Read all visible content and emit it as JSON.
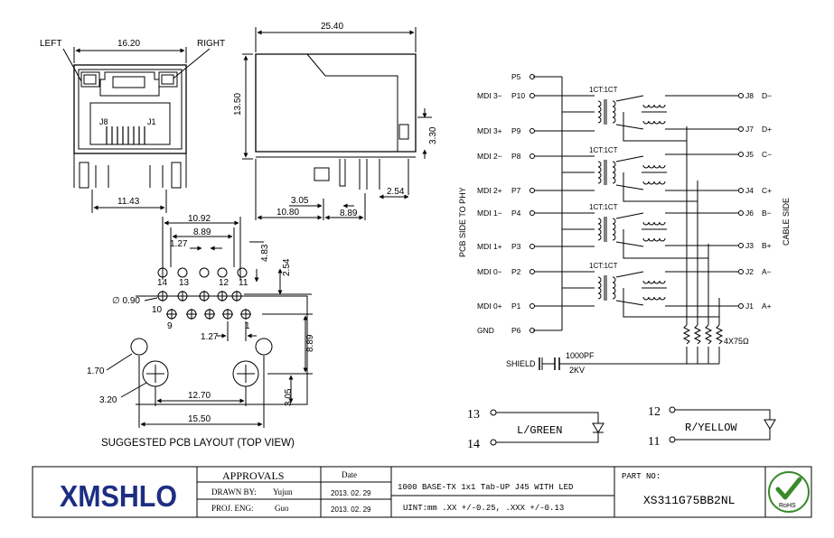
{
  "front_view": {
    "left_label": "LEFT",
    "right_label": "RIGHT",
    "width_dim": "16.20",
    "pin_j8": "J8",
    "pin_j1": "J1",
    "bottom_dim": "11.43"
  },
  "side_view": {
    "length_dim": "25.40",
    "height_dim": "13.50",
    "tab_dim": "3.30",
    "dim_a": "3.05",
    "dim_b": "10.80",
    "dim_c": "8.89",
    "dim_d": "2.54"
  },
  "pcb_layout": {
    "dim_10_92": "10.92",
    "dim_8_89_top": "8.89",
    "dim_1_27_top": "1.27",
    "dim_4_83": "4.83",
    "dim_2_54": "2.54",
    "hole_dia": "∅ 0.90",
    "pin_14": "14",
    "pin_13": "13",
    "pin_12": "12",
    "pin_11": "11",
    "pin_10": "10",
    "pin_9": "9",
    "pin_1": "1",
    "dim_1_27_bottom": "1.27",
    "dim_8_89_side": "8.89",
    "dim_1_70": "1.70",
    "dim_3_20": "3.20",
    "dim_12_70": "12.70",
    "dim_3_05": "3.05",
    "dim_15_50": "15.50",
    "caption": "SUGGESTED PCB LAYOUT (TOP VIEW)"
  },
  "schematic": {
    "phy_side": "PCB SIDE TO PHY",
    "cable_side": "CABLE SIDE",
    "left_pins": [
      {
        "name": "",
        "pin": "P5"
      },
      {
        "name": "MDI 3−",
        "pin": "P10"
      },
      {
        "name": "MDI 3+",
        "pin": "P9"
      },
      {
        "name": "MDI 2−",
        "pin": "P8"
      },
      {
        "name": "MDI 2+",
        "pin": "P7"
      },
      {
        "name": "MDI 1−",
        "pin": "P4"
      },
      {
        "name": "MDI 1+",
        "pin": "P3"
      },
      {
        "name": "MDI 0−",
        "pin": "P2"
      },
      {
        "name": "MDI 0+",
        "pin": "P1"
      },
      {
        "name": "GND",
        "pin": "P6"
      }
    ],
    "ratio_labels": [
      "1CT:1CT",
      "1CT:1CT",
      "1CT:1CT",
      "1CT:1CT"
    ],
    "right_pins": [
      {
        "pin": "J8",
        "name": "D−"
      },
      {
        "pin": "J7",
        "name": "D+"
      },
      {
        "pin": "J5",
        "name": "C−"
      },
      {
        "pin": "J4",
        "name": "C+"
      },
      {
        "pin": "J6",
        "name": "B−"
      },
      {
        "pin": "J3",
        "name": "B+"
      },
      {
        "pin": "J2",
        "name": "A−"
      },
      {
        "pin": "J1",
        "name": "A+"
      }
    ],
    "resistor_label": "4X75Ω",
    "shield_label": "SHIELD",
    "cap_value": "1000PF",
    "cap_voltage": "2KV"
  },
  "leds": {
    "left_top_pin": "13",
    "left_bottom_pin": "14",
    "left_label": "L/GREEN",
    "right_top_pin": "12",
    "right_bottom_pin": "11",
    "right_label": "R/YELLOW"
  },
  "title_block": {
    "logo": "XMSHLO",
    "approvals": "APPROVALS",
    "date_header": "Date",
    "drawn_by_label": "DRAWN BY:",
    "drawn_by": "Yujun",
    "drawn_date": "2013. 02. 29",
    "proj_eng_label": "PROJ. ENG:",
    "proj_eng": "Guo",
    "proj_date": "2013. 02. 29",
    "description": "1000 BASE-TX 1x1 Tab-UP J45 WITH LED",
    "tolerance": "UINT:mm .XX +/-0.25, .XXX +/-0.13",
    "part_no_label": "PART NO:",
    "part_no": "XS311G75BB2NL",
    "rohs": "RoHS"
  }
}
